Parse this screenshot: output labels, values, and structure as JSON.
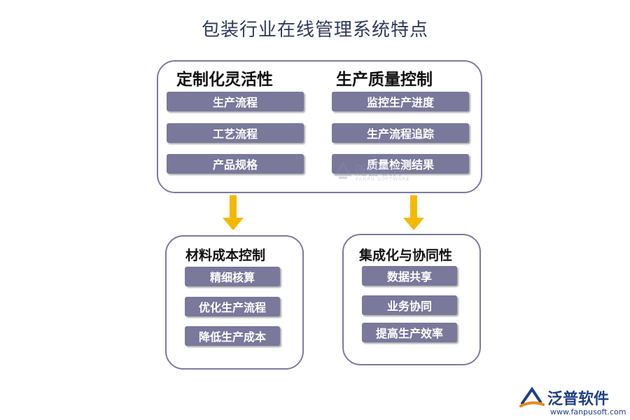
{
  "title": "包装行业在线管理系统特点",
  "top_panel": {
    "left_heading": "定制化灵活性",
    "left_items": [
      "生产流程",
      "工艺流程",
      "产品规格"
    ],
    "right_heading": "生产质量控制",
    "right_items": [
      "监控生产进度",
      "生产流程追踪",
      "质量检测结果"
    ]
  },
  "bottom_left": {
    "heading": "材料成本控制",
    "items": [
      "精细核算",
      "优化生产流程",
      "降低生产成本"
    ]
  },
  "bottom_right": {
    "heading": "集成化与协同性",
    "items": [
      "数据共享",
      "业务协同",
      "提高生产效率"
    ]
  },
  "watermark": {
    "text": "泛普软件",
    "sub": "FANPU SOFTWARE"
  },
  "logo": {
    "text": "泛普软件",
    "url": "www.fanpusoft.com"
  },
  "colors": {
    "item_bg": "#7a789b",
    "panel_border": "#7b7b9e",
    "arrow": "#f5b800",
    "title": "#2f3a5c",
    "logo": "#1e3f8a"
  }
}
